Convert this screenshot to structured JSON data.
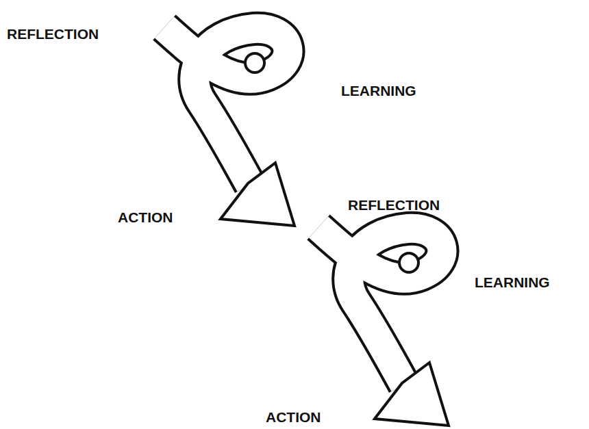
{
  "diagram": {
    "labels": [
      "REFLECTION",
      "LEARNING",
      "ACTION",
      "REFLECTION",
      "LEARNING",
      "ACTION"
    ]
  }
}
